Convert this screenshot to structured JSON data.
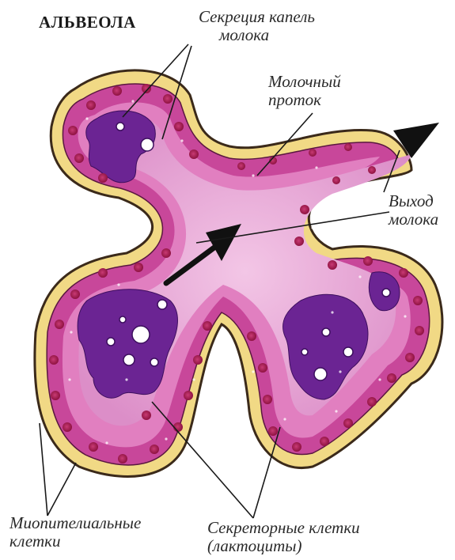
{
  "title": "АЛЬВЕОЛА",
  "labels": {
    "secretion": [
      "Секреция капель",
      "молока"
    ],
    "duct": [
      "Молочный",
      "проток"
    ],
    "exit": [
      "Выход",
      "молока"
    ],
    "myoepithelial": [
      "Миопителиальные",
      "клетки"
    ],
    "secretory": [
      "Секреторные клетки",
      "(лактоциты)"
    ]
  },
  "colors": {
    "capsule": "#f1d985",
    "capsule_outline": "#3b2a1a",
    "epithelium": "#c8479a",
    "epithelium_light": "#e17fc0",
    "lumen": "#e6a5d5",
    "secretion": "#6b2493",
    "nucleus": "#a5184f",
    "arrow": "#111111",
    "label_text": "#2a2a2a"
  }
}
